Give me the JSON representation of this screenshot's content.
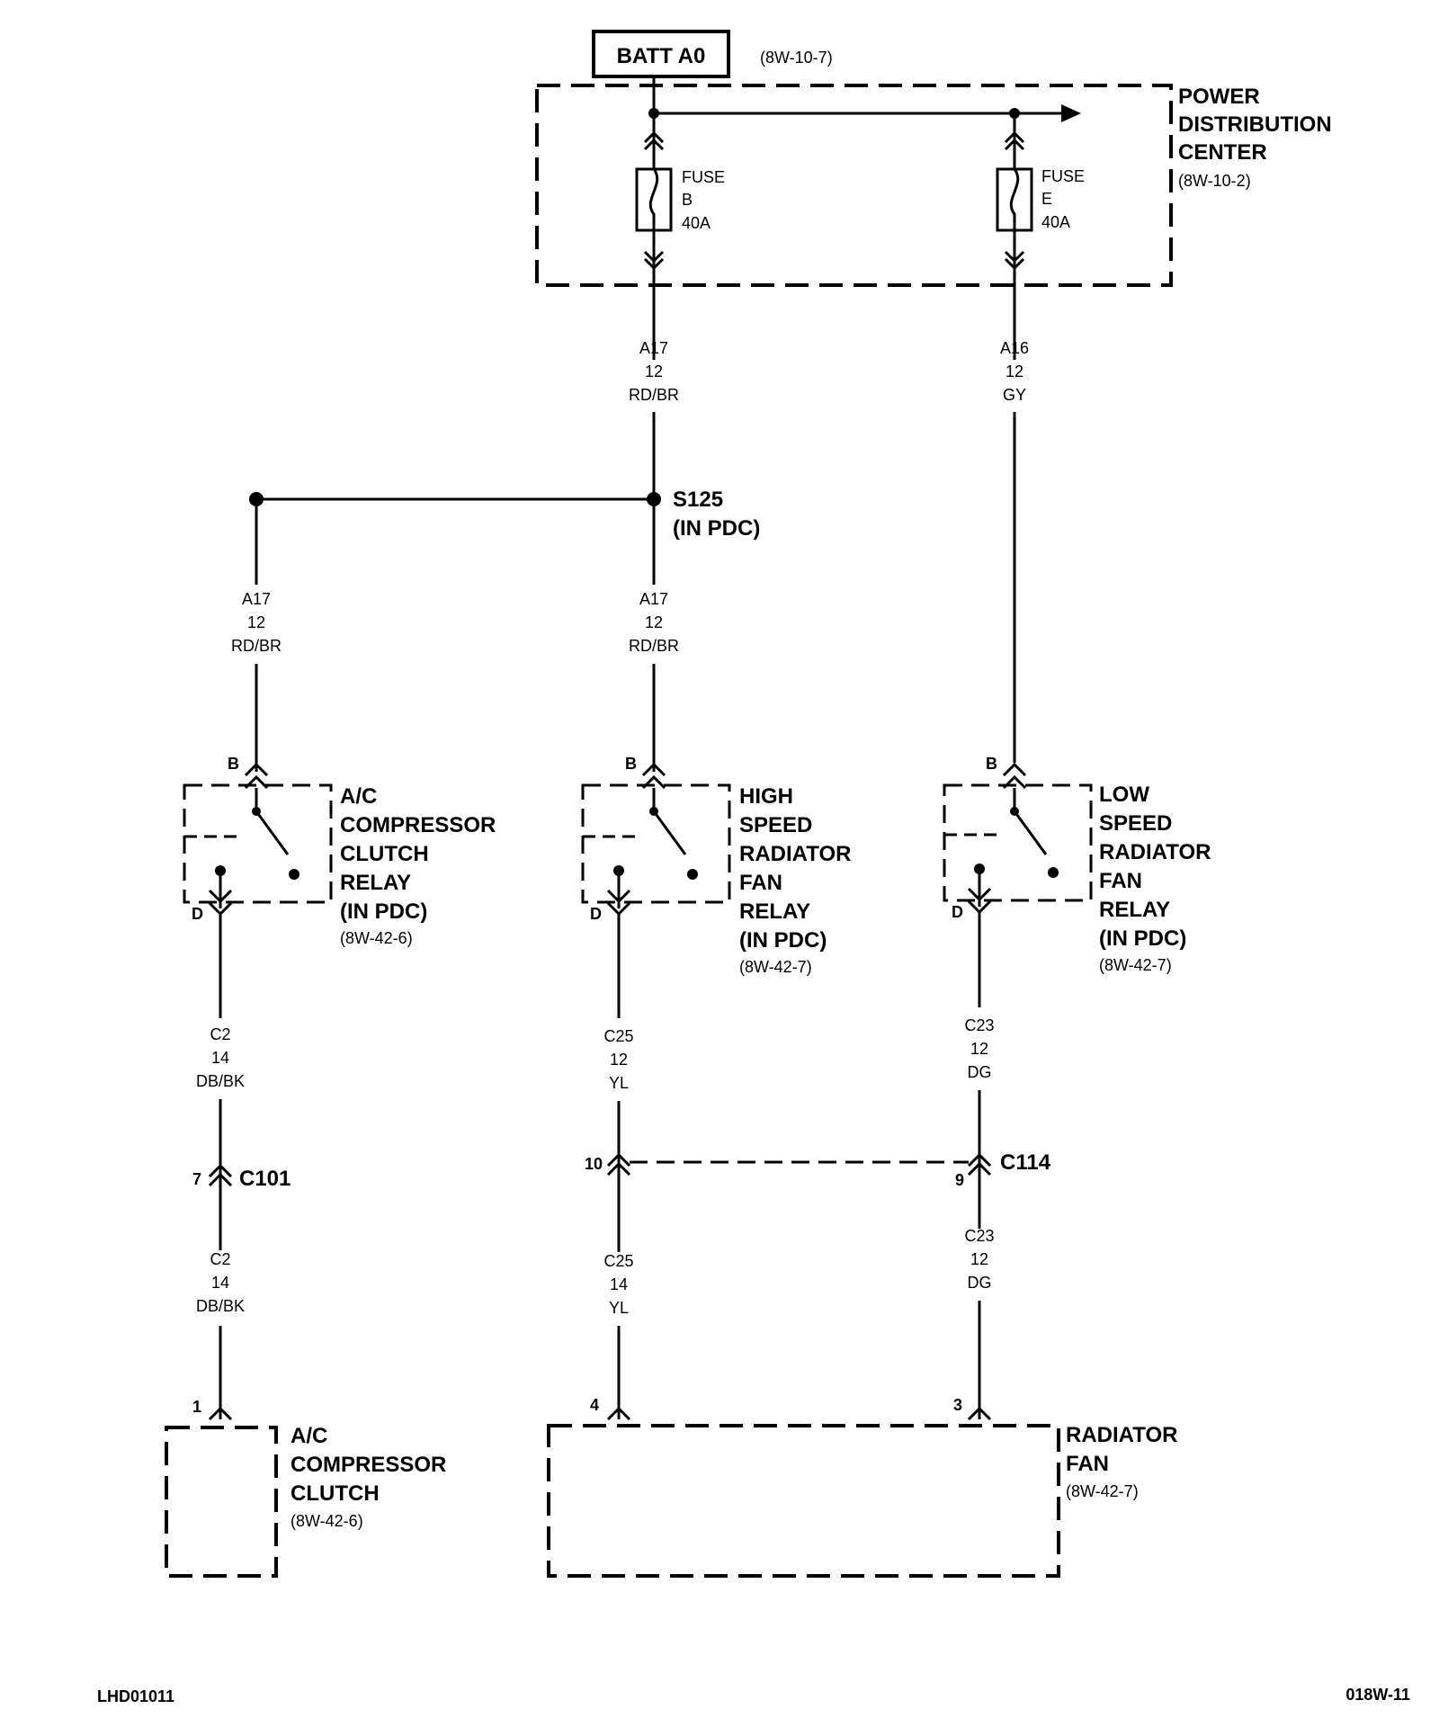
{
  "batt": {
    "label": "BATT A0",
    "ref": "(8W-10-7)"
  },
  "pdc": {
    "line1": "POWER",
    "line2": "DISTRIBUTION",
    "line3": "CENTER",
    "ref": "(8W-10-2)",
    "fuse_b": {
      "l1": "FUSE",
      "l2": "B",
      "l3": "40A"
    },
    "fuse_e": {
      "l1": "FUSE",
      "l2": "E",
      "l3": "40A"
    }
  },
  "wires": {
    "a17_top": {
      "circuit": "A17",
      "gauge": "12",
      "color": "RD/BR"
    },
    "a16": {
      "circuit": "A16",
      "gauge": "12",
      "color": "GY"
    },
    "a17_left": {
      "circuit": "A17",
      "gauge": "12",
      "color": "RD/BR"
    },
    "a17_mid": {
      "circuit": "A17",
      "gauge": "12",
      "color": "RD/BR"
    },
    "c2_upper": {
      "circuit": "C2",
      "gauge": "14",
      "color": "DB/BK"
    },
    "c2_lower": {
      "circuit": "C2",
      "gauge": "14",
      "color": "DB/BK"
    },
    "c25_upper": {
      "circuit": "C25",
      "gauge": "12",
      "color": "YL"
    },
    "c25_lower": {
      "circuit": "C25",
      "gauge": "14",
      "color": "YL"
    },
    "c23_upper": {
      "circuit": "C23",
      "gauge": "12",
      "color": "DG"
    },
    "c23_lower": {
      "circuit": "C23",
      "gauge": "12",
      "color": "DG"
    }
  },
  "splice": {
    "name": "S125",
    "loc": "(IN PDC)"
  },
  "relays": {
    "ac": {
      "lines": [
        "A/C",
        "COMPRESSOR",
        "CLUTCH",
        "RELAY",
        "(IN PDC)"
      ],
      "ref": "(8W-42-6)",
      "pin_b": "B",
      "pin_d": "D"
    },
    "high": {
      "lines": [
        "HIGH",
        "SPEED",
        "RADIATOR",
        "FAN",
        "RELAY",
        "(IN PDC)"
      ],
      "ref": "(8W-42-7)",
      "pin_b": "B",
      "pin_d": "D"
    },
    "low": {
      "lines": [
        "LOW",
        "SPEED",
        "RADIATOR",
        "FAN",
        "RELAY",
        "(IN PDC)"
      ],
      "ref": "(8W-42-7)",
      "pin_b": "B",
      "pin_d": "D"
    }
  },
  "connectors": {
    "c101": {
      "name": "C101",
      "pin": "7"
    },
    "c114": {
      "name": "C114",
      "pin_left": "10",
      "pin_right": "9"
    }
  },
  "components": {
    "ac_clutch": {
      "lines": [
        "A/C",
        "COMPRESSOR",
        "CLUTCH"
      ],
      "ref": "(8W-42-6)",
      "pin": "1"
    },
    "rad_fan": {
      "lines": [
        "RADIATOR",
        "FAN"
      ],
      "ref": "(8W-42-7)",
      "pin_left": "4",
      "pin_right": "3"
    }
  },
  "footer": {
    "left": "LHD01011",
    "right": "018W-11"
  }
}
